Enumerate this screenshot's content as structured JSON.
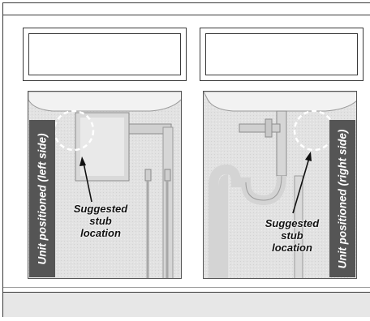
{
  "left_panel": {
    "vertical_label": "Unit positioned (left side)",
    "caption_line1": "Suggested",
    "caption_line2": "stub",
    "caption_line3": "location"
  },
  "right_panel": {
    "vertical_label": "Unit positioned (right side)",
    "caption_line1": "Suggested",
    "caption_line2": "stub",
    "caption_line3": "location"
  },
  "colors": {
    "frame": "#3a3a3a",
    "label_band": "#555555",
    "photo_bg": "#e4e4e4"
  }
}
